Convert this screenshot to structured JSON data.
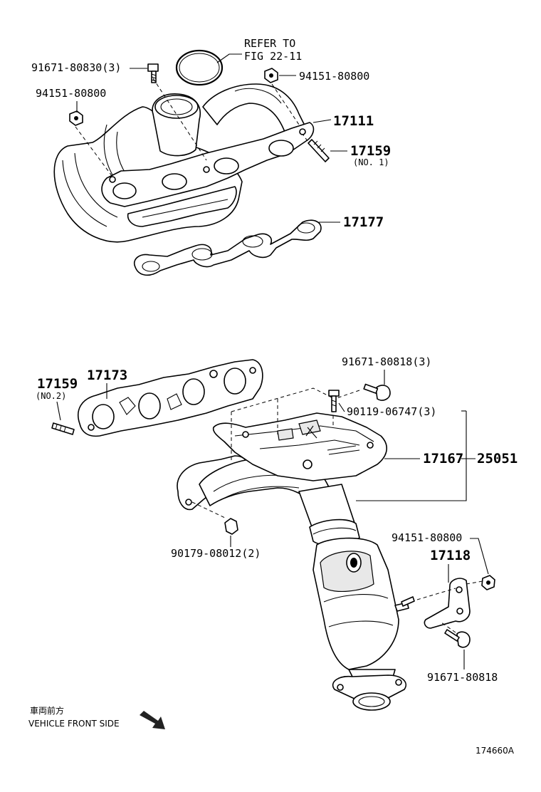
{
  "labels": {
    "refer_to": "REFER TO",
    "fig_ref": "FIG 22-11",
    "bolt_top": "91671-80830(3)",
    "nut_top_left": "94151-80800",
    "nut_top_right": "94151-80800",
    "heat_insulator_upper": "17111",
    "stud_no1": "17159",
    "stud_no1_note": "(NO. 1)",
    "gasket_upper": "17177",
    "stud_no2": "17159",
    "stud_no2_note": "(NO.2)",
    "gasket_lower": "17173",
    "bolt_mid": "91671-80818(3)",
    "bolt_screw": "90119-06747(3)",
    "insulator_lower": "17167",
    "manifold_assy": "25051",
    "nut_bottom": "90179-08012(2)",
    "nut_bracket": "94151-80800",
    "bracket": "17118",
    "bolt_bracket": "91671-80818",
    "front_side_jp": "車両前方",
    "front_side_en": "VEHICLE FRONT SIDE",
    "figure_id": "174660A"
  }
}
